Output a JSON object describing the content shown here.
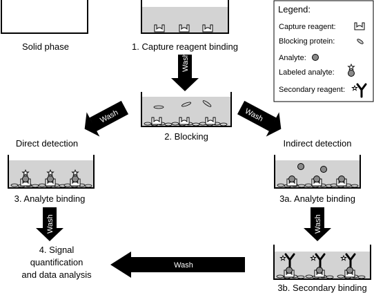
{
  "panels": {
    "solid_phase": "Solid phase",
    "capture": "1. Capture reagent binding",
    "blocking": "2. Blocking",
    "direct_detection": "Direct detection",
    "indirect_detection": "Indirect detection",
    "analyte_binding": "3. Analyte binding",
    "analyte_binding_a": "3a. Analyte binding",
    "signal_line1": "4. Signal",
    "signal_line2": "quantification",
    "signal_line3": "and data analysis",
    "secondary_binding": "3b. Secondary binding"
  },
  "arrows": {
    "wash": "Wash"
  },
  "legend": {
    "title": "Legend:",
    "capture_reagent": "Capture reagent:",
    "blocking_protein": "Blocking protein:",
    "analyte": "Analyte:",
    "labeled_analyte": "Labeled analyte:",
    "secondary_reagent": "Secondary reagent:"
  }
}
